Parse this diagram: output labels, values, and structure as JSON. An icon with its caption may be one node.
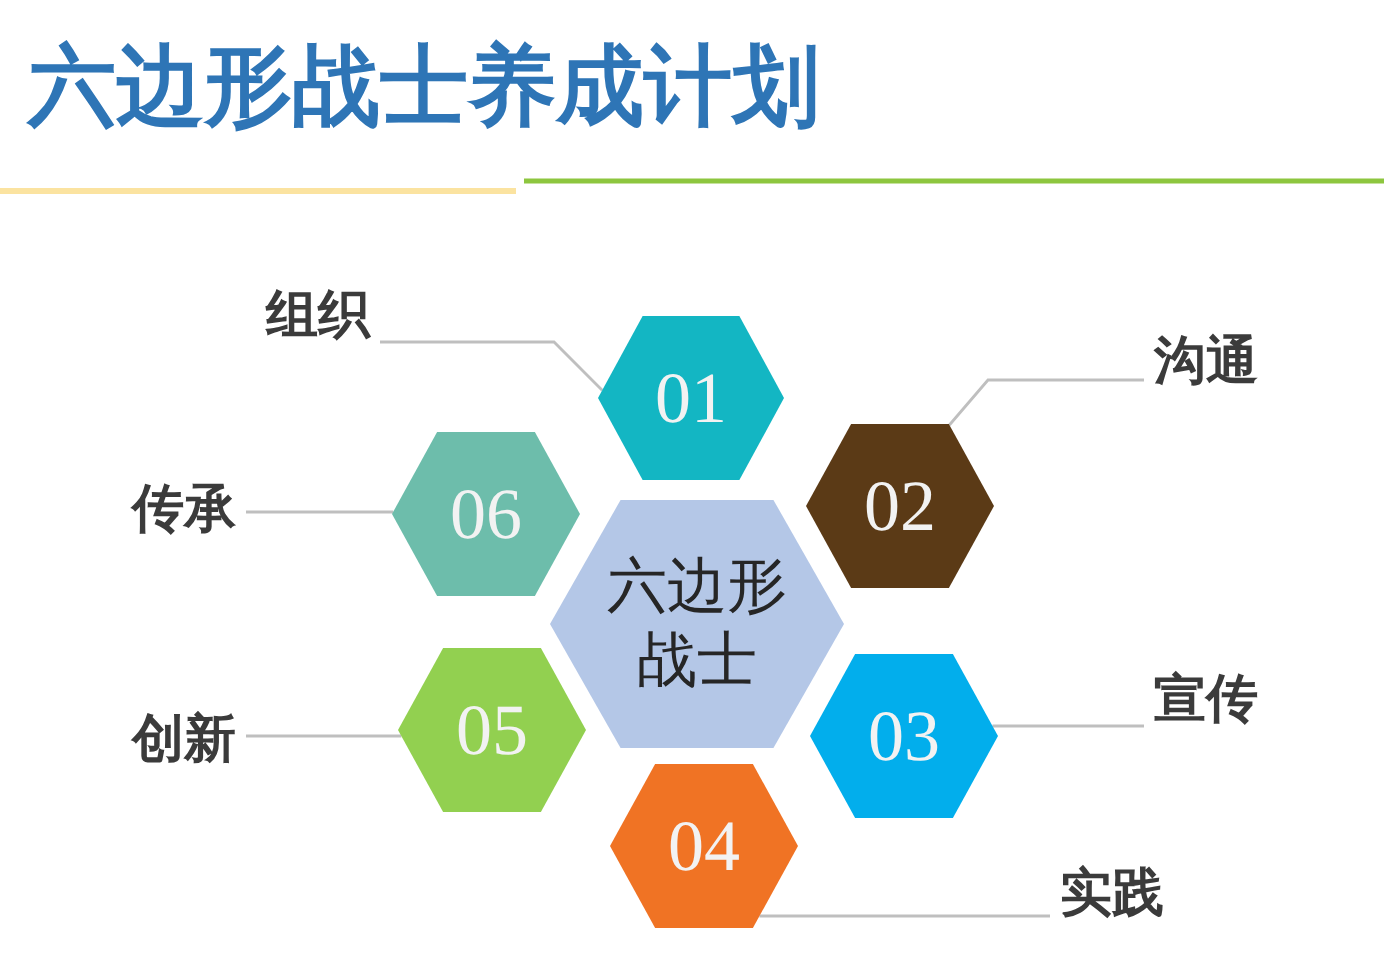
{
  "diagram": {
    "title": "六边形战士养成计划",
    "nodes": [
      {
        "text": [
          "六边形战士"
        ]
      },
      {
        "text": [
          "01"
        ]
      },
      {
        "text": [
          "02"
        ]
      },
      {
        "text": [
          "03"
        ]
      },
      {
        "text": [
          "04"
        ]
      },
      {
        "text": [
          "05"
        ]
      },
      {
        "text": [
          "06"
        ]
      },
      {
        "text": [
          "组织"
        ]
      },
      {
        "text": [
          "沟通"
        ]
      },
      {
        "text": [
          "宣传"
        ]
      },
      {
        "text": [
          "实践"
        ]
      },
      {
        "text": [
          "创新"
        ]
      },
      {
        "text": [
          "传承"
        ]
      }
    ],
    "edges": [
      {
        "from": 7,
        "to": 1,
        "arrow": "none"
      },
      {
        "from": 8,
        "to": 2,
        "arrow": "none"
      },
      {
        "from": 9,
        "to": 3,
        "arrow": "none"
      },
      {
        "from": 10,
        "to": 4,
        "arrow": "none"
      },
      {
        "from": 11,
        "to": 5,
        "arrow": "none"
      },
      {
        "from": 12,
        "to": 6,
        "arrow": "none"
      }
    ]
  }
}
